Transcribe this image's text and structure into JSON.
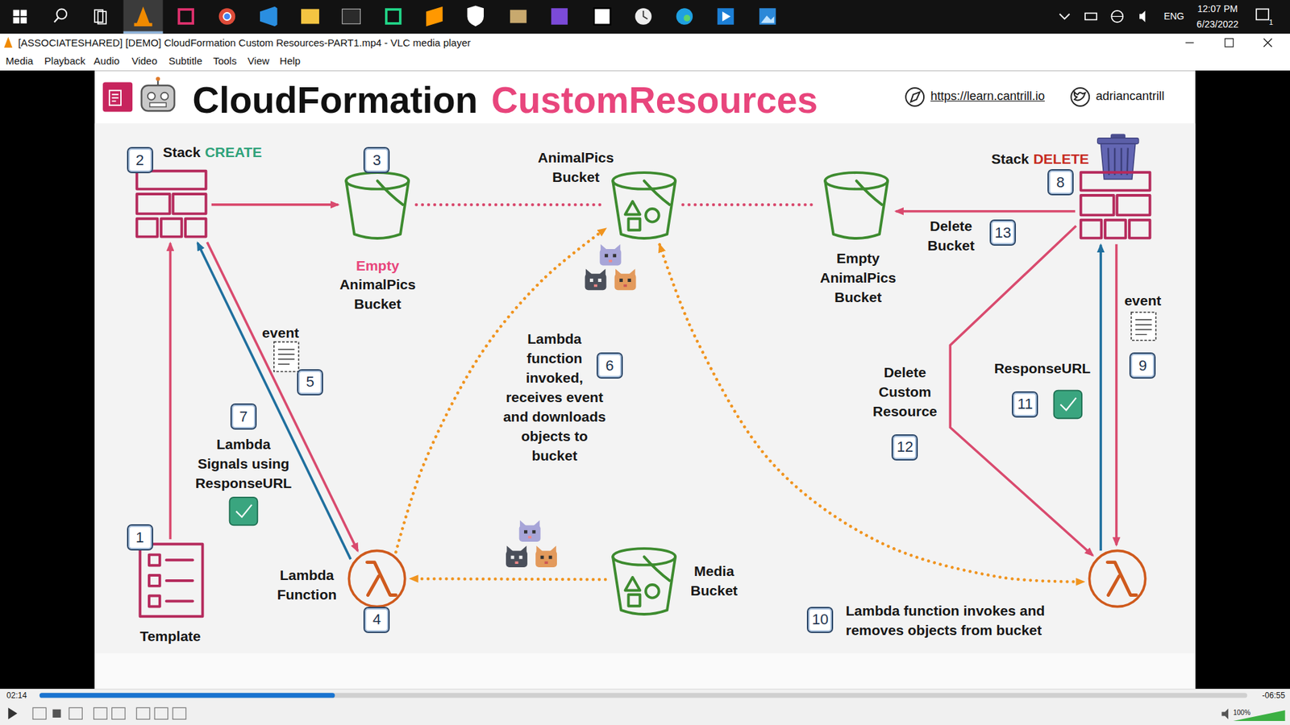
{
  "diagram": {
    "title": "CloudFormation",
    "nodes": [
      {
        "text": [
          "Template"
        ]
      },
      {
        "text": [
          "Stack",
          "CREATE"
        ]
      },
      {
        "text": [
          "Empty",
          "AnimalPics Bucket"
        ]
      },
      {
        "text": [
          "AnimalPics Bucket"
        ]
      },
      {
        "text": [
          "Empty AnimalPics Bucket"
        ]
      },
      {
        "text": [
          "Stack",
          "DELETE"
        ]
      },
      {
        "text": [
          "Lambda Function"
        ]
      },
      {
        "text": [
          "Media Bucket"
        ]
      },
      {
        "text": [
          "Lambda function invokes and removes objects from bucket"
        ]
      }
    ],
    "edges": [
      {
        "from": 0,
        "to": 1,
        "arrow": "to"
      },
      {
        "from": 1,
        "to": 2,
        "arrow": "to"
      },
      {
        "from": 1,
        "to": 6,
        "arrow": "to",
        "label": "event"
      },
      {
        "from": 6,
        "to": 1,
        "arrow": "to",
        "label": "Lambda Signals using ResponseURL"
      },
      {
        "from": 2,
        "to": 3,
        "arrow": "none"
      },
      {
        "from": 7,
        "to": 6,
        "arrow": "to"
      },
      {
        "from": 6,
        "to": 3,
        "arrow": "to"
      },
      {
        "from": 3,
        "to": 4,
        "arrow": "none"
      },
      {
        "from": 5,
        "to": 4,
        "arrow": "to",
        "label": "Delete Bucket"
      },
      {
        "from": 5,
        "to": 8,
        "arrow": "to",
        "label": "Delete Custom Resource"
      },
      {
        "from": 5,
        "to": 8,
        "arrow": "to",
        "label": "event"
      },
      {
        "from": 8,
        "to": 5,
        "arrow": "to",
        "label": "ResponseURL"
      },
      {
        "from": 3,
        "to": 8,
        "arrow": "both"
      }
    ],
    "labels": [
      "[ASSOCIATESHARED] [DEMO] CloudFormation Custom Resources-PART1.mp4 - VLC media player",
      "Media",
      "Playback",
      "Audio",
      "Video",
      "Subtitle",
      "Tools",
      "View",
      "Help",
      "ENG",
      "12:07 PM",
      "6/23/2022",
      "1",
      "CustomResources",
      "https://learn.cantrill.io",
      "adriancantrill",
      "1",
      "2",
      "3",
      "4",
      "5",
      "6",
      "7",
      "8",
      "9",
      "10",
      "11",
      "12",
      "13",
      "Lambda function invoked, receives event and downloads objects to bucket",
      "02:14",
      "-06:55",
      "100%"
    ]
  }
}
